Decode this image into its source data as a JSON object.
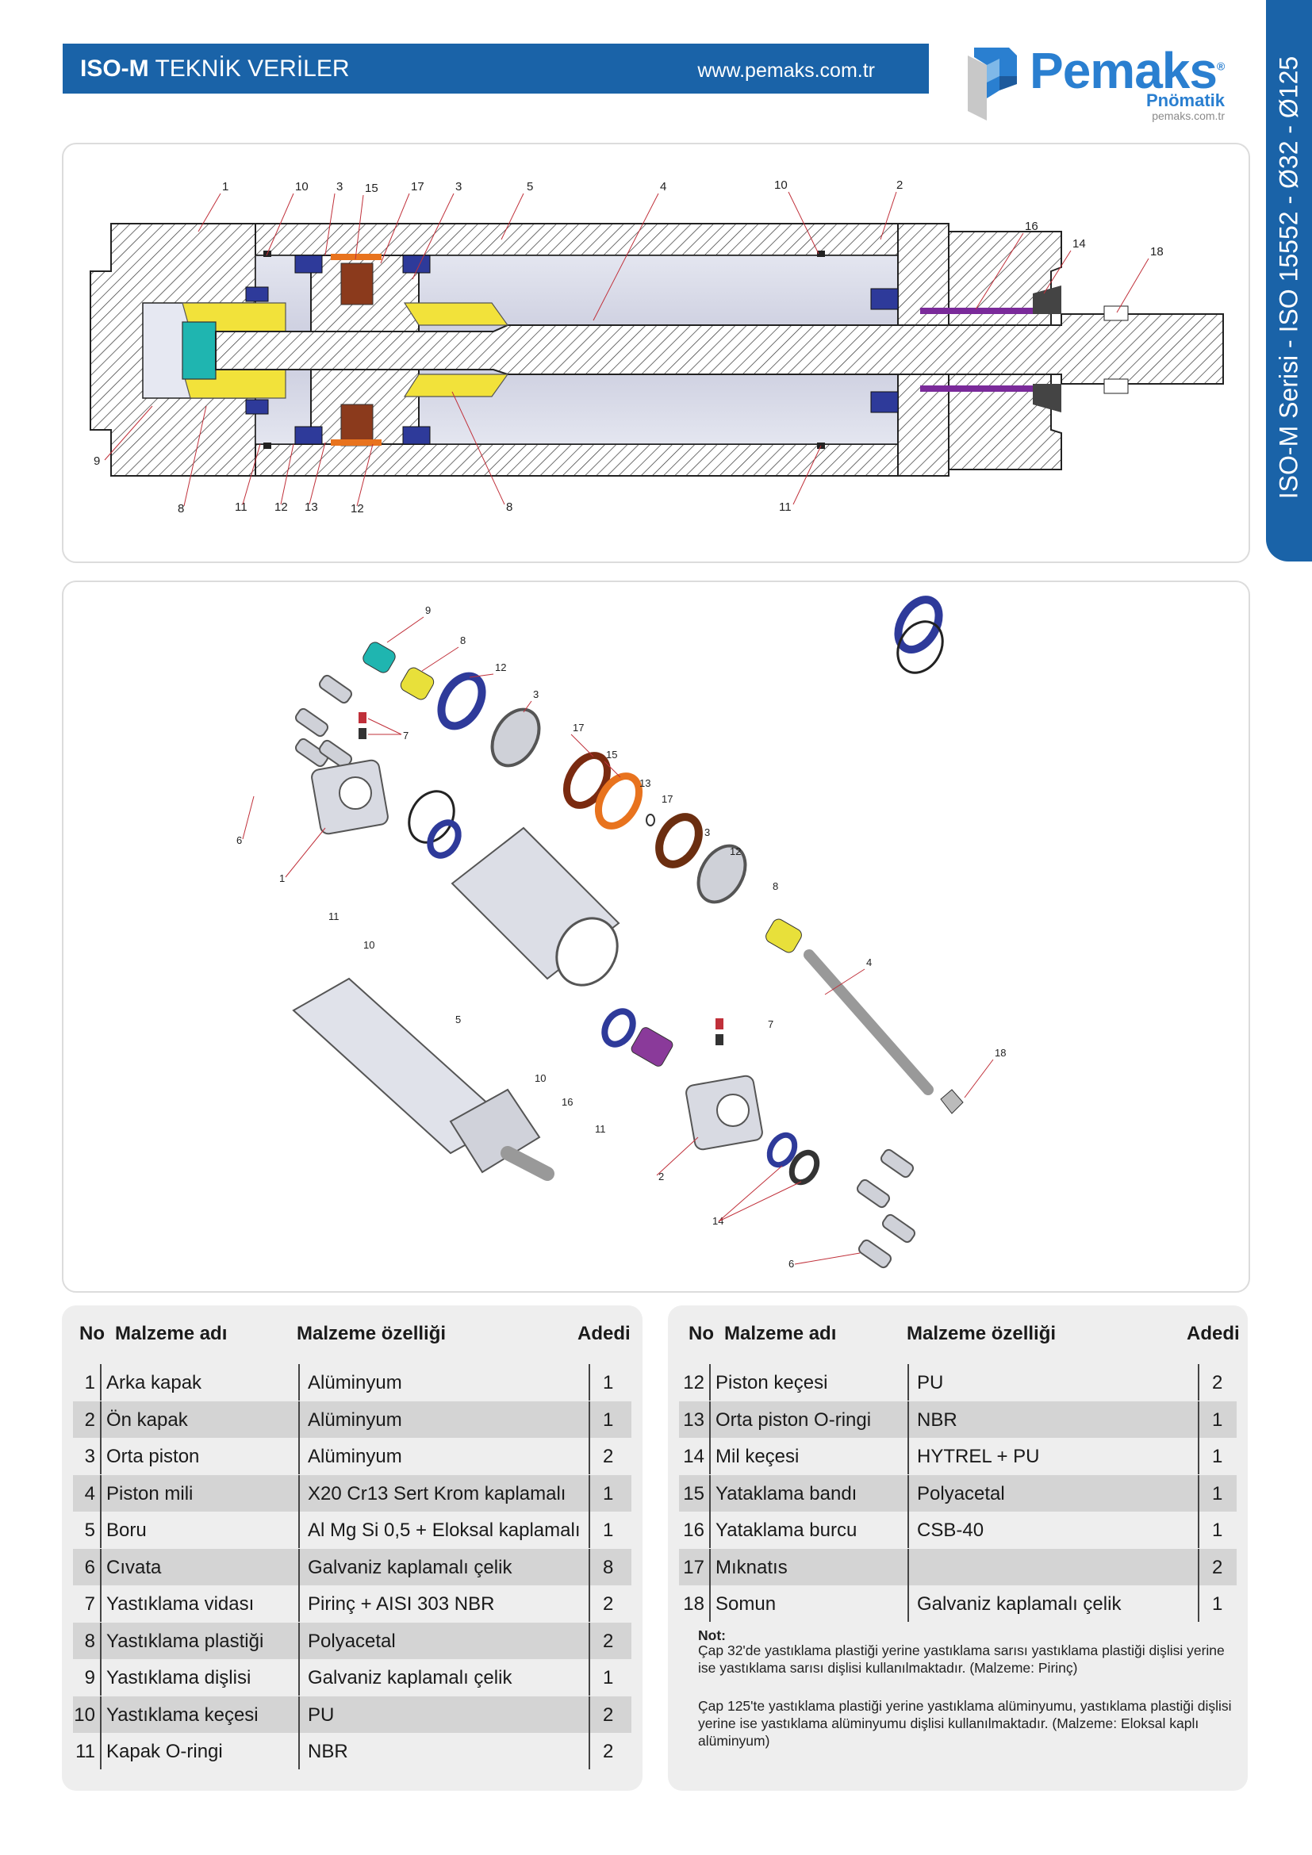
{
  "header": {
    "title_bold": "ISO-M",
    "title_rest": " TEKNİK VERİLER",
    "url": "www.pemaks.com.tr"
  },
  "logo": {
    "name": "Pemaks",
    "registered": "®",
    "sub": "Pnömatik",
    "url": "pemaks.com.tr"
  },
  "side_tab": {
    "text": "ISO-M Serisi - ISO 15552 - Ø32 - Ø125"
  },
  "section_view": {
    "callouts_top": [
      "1",
      "10",
      "3",
      "15",
      "17",
      "3",
      "5",
      "4",
      "10",
      "2",
      "16",
      "14",
      "18"
    ],
    "callouts_bottom": [
      "9",
      "8",
      "11",
      "12",
      "13",
      "12",
      "8",
      "11"
    ]
  },
  "exploded_view": {
    "callouts": [
      "9",
      "8",
      "12",
      "3",
      "7",
      "17",
      "15",
      "13",
      "17",
      "3",
      "12",
      "8",
      "6",
      "1",
      "11",
      "10",
      "4",
      "5",
      "7",
      "10",
      "16",
      "11",
      "18",
      "2",
      "14",
      "6"
    ]
  },
  "table_left": {
    "headers": {
      "no": "No",
      "name": "Malzeme adı",
      "material": "Malzeme özelliği",
      "qty": "Adedi"
    },
    "rows": [
      {
        "no": "1",
        "name": "Arka kapak",
        "material": "Alüminyum",
        "qty": "1"
      },
      {
        "no": "2",
        "name": "Ön kapak",
        "material": "Alüminyum",
        "qty": "1"
      },
      {
        "no": "3",
        "name": "Orta piston",
        "material": "Alüminyum",
        "qty": "2"
      },
      {
        "no": "4",
        "name": "Piston mili",
        "material": "X20 Cr13 Sert Krom kaplamalı",
        "qty": "1"
      },
      {
        "no": "5",
        "name": "Boru",
        "material": "Al Mg Si 0,5 + Eloksal kaplamalı",
        "qty": "1"
      },
      {
        "no": "6",
        "name": "Cıvata",
        "material": "Galvaniz kaplamalı çelik",
        "qty": "8"
      },
      {
        "no": "7",
        "name": "Yastıklama vidası",
        "material": "Pirinç + AISI 303 NBR",
        "qty": "2"
      },
      {
        "no": "8",
        "name": "Yastıklama plastiği",
        "material": "Polyacetal",
        "qty": "2"
      },
      {
        "no": "9",
        "name": "Yastıklama dişlisi",
        "material": "Galvaniz kaplamalı çelik",
        "qty": "1"
      },
      {
        "no": "10",
        "name": "Yastıklama keçesi",
        "material": "PU",
        "qty": "2"
      },
      {
        "no": "11",
        "name": "Kapak O-ringi",
        "material": "NBR",
        "qty": "2"
      }
    ]
  },
  "table_right": {
    "headers": {
      "no": "No",
      "name": "Malzeme adı",
      "material": "Malzeme özelliği",
      "qty": "Adedi"
    },
    "rows": [
      {
        "no": "12",
        "name": "Piston keçesi",
        "material": "PU",
        "qty": "2"
      },
      {
        "no": "13",
        "name": "Orta piston O-ringi",
        "material": "NBR",
        "qty": "1"
      },
      {
        "no": "14",
        "name": "Mil keçesi",
        "material": "HYTREL + PU",
        "qty": "1"
      },
      {
        "no": "15",
        "name": "Yataklama bandı",
        "material": "Polyacetal",
        "qty": "1"
      },
      {
        "no": "16",
        "name": "Yataklama burcu",
        "material": "CSB-40",
        "qty": "1"
      },
      {
        "no": "17",
        "name": "Mıknatıs",
        "material": "",
        "qty": "2"
      },
      {
        "no": "18",
        "name": "Somun",
        "material": "Galvaniz kaplamalı çelik",
        "qty": "1"
      }
    ],
    "note_title": "Not:",
    "note_1": "Çap 32'de yastıklama plastiği yerine yastıklama sarısı yastıklama plastiği dişlisi yerine ise yastıklama sarısı dişlisi kullanılmaktadır. (Malzeme: Pirinç)",
    "note_2": "Çap 125'te yastıklama plastiği yerine yastıklama alüminyumu, yastıklama plastiği dişlisi yerine ise yastıklama alüminyumu dişlisi kullanılmaktadır. (Malzeme: Eloksal kaplı alüminyum)"
  },
  "colors": {
    "brand_blue": "#1a63a8",
    "seal_blue": "#2e3a9a",
    "brass_yellow": "#f2e23a",
    "bearing_orange": "#e8731e",
    "magnet_brown": "#8b3a1c",
    "teal": "#1fb5b0",
    "purple": "#7a2a9a"
  }
}
